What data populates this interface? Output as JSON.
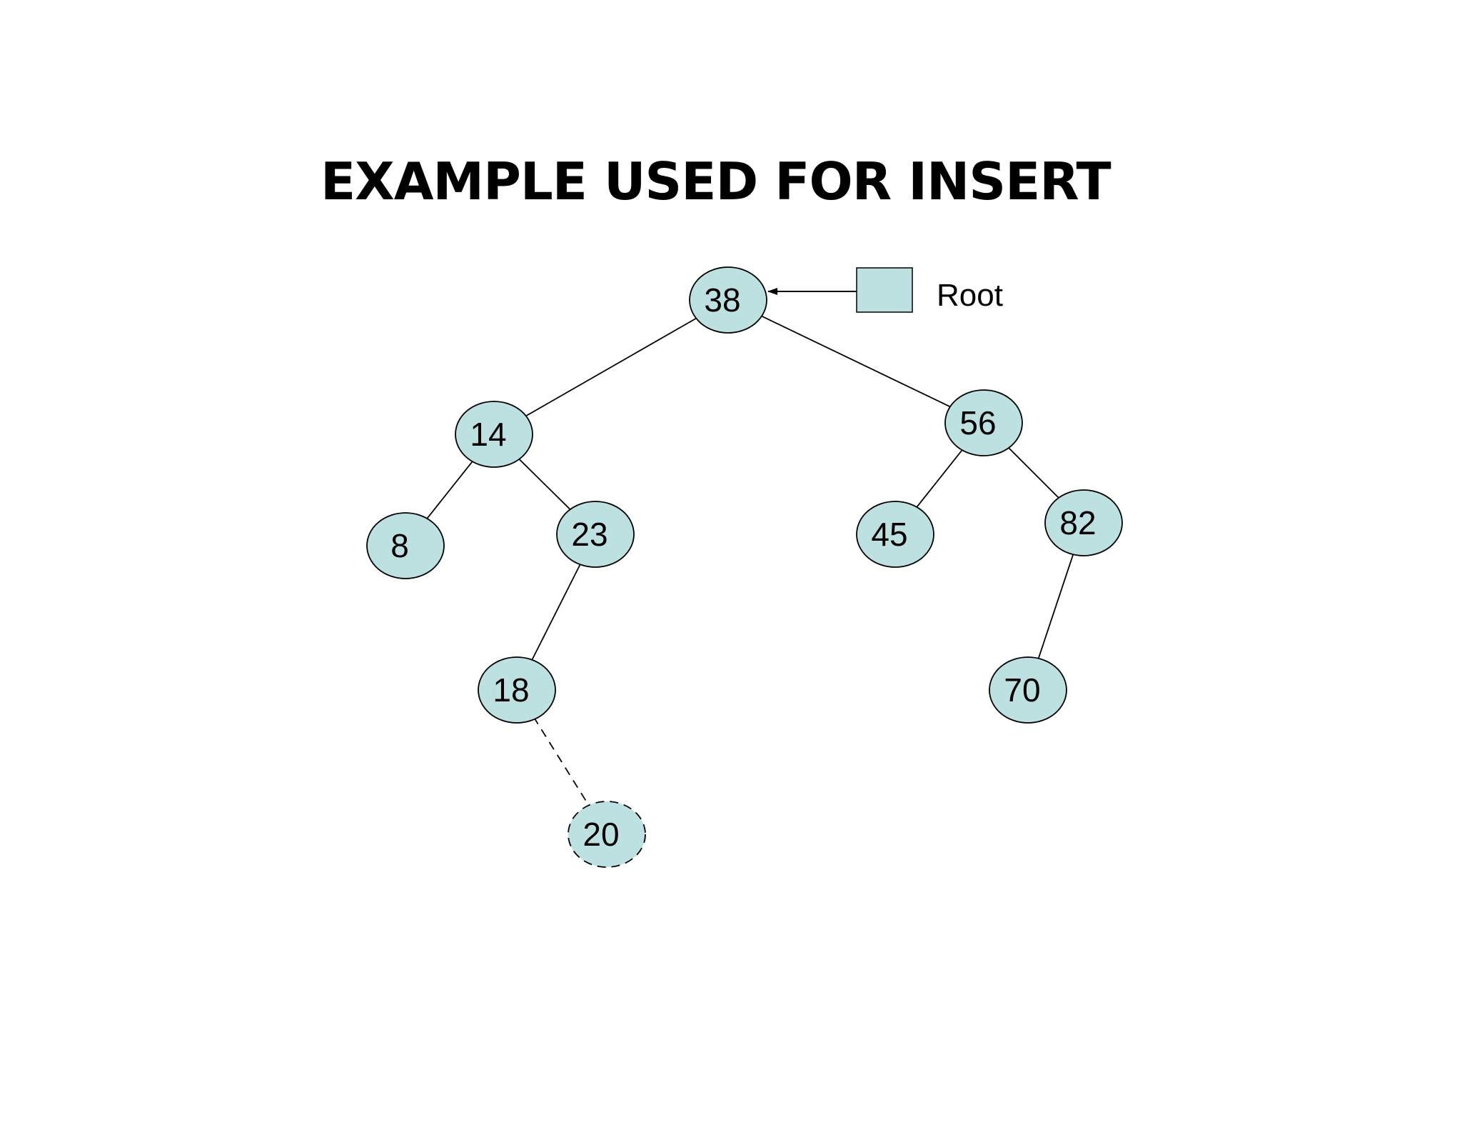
{
  "title": "EXAMPLE USED FOR INSERT",
  "colors": {
    "node_fill": "#bde0e0",
    "stroke": "#000000"
  },
  "root_label": "Root",
  "nodes": [
    {
      "id": "n38",
      "label": "38"
    },
    {
      "id": "n14",
      "label": "14"
    },
    {
      "id": "n56",
      "label": "56"
    },
    {
      "id": "n8",
      "label": "8"
    },
    {
      "id": "n23",
      "label": "23"
    },
    {
      "id": "n45",
      "label": "45"
    },
    {
      "id": "n82",
      "label": "82"
    },
    {
      "id": "n18",
      "label": "18"
    },
    {
      "id": "n70",
      "label": "70"
    },
    {
      "id": "n20",
      "label": "20",
      "inserted": true
    }
  ],
  "edges": [
    {
      "from": "n38",
      "to": "n14"
    },
    {
      "from": "n38",
      "to": "n56"
    },
    {
      "from": "n14",
      "to": "n8"
    },
    {
      "from": "n14",
      "to": "n23"
    },
    {
      "from": "n23",
      "to": "n18"
    },
    {
      "from": "n56",
      "to": "n45"
    },
    {
      "from": "n56",
      "to": "n82"
    },
    {
      "from": "n82",
      "to": "n70"
    },
    {
      "from": "n18",
      "to": "n20",
      "dashed": true
    }
  ]
}
